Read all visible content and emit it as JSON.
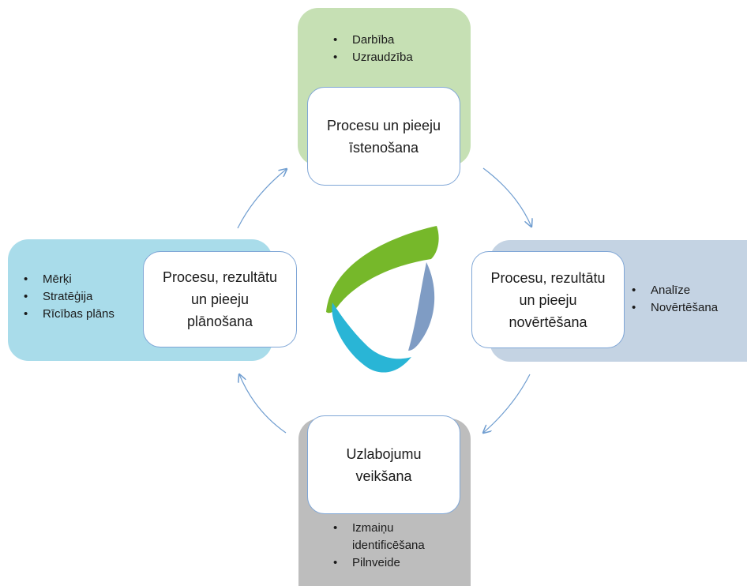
{
  "colors": {
    "top": "#c6e0b4",
    "left": "#a9dcea",
    "right": "#c4d3e3",
    "bottom": "#bdbdbd",
    "node_border": "#7fa6d6",
    "arrow": "#6f9dd0",
    "logo_green": "#76b82a",
    "logo_blue": "#7f9cc4",
    "logo_cyan": "#29b5d6"
  },
  "cycle": {
    "top": {
      "node_label": "Procesu un pieeju\nīstenošana",
      "bullets": [
        "Darbība",
        "Uzraudzība"
      ]
    },
    "right": {
      "node_label": "Procesu, rezultātu\nun pieeju\nnovērtēšana",
      "bullets": [
        "Analīze",
        "Novērtēšana"
      ]
    },
    "bottom": {
      "node_label": "Uzlabojumu\nveikšana",
      "bullets": [
        "Izmaiņu\nidentificēšana",
        "Pilnveide"
      ]
    },
    "left": {
      "node_label": "Procesu, rezultātu\nun pieeju\nplānošana",
      "bullets": [
        "Mērķi",
        "Stratēģija",
        "Rīcības plāns"
      ]
    }
  },
  "center_logo": {
    "icon": "cycle-logo-icon"
  }
}
